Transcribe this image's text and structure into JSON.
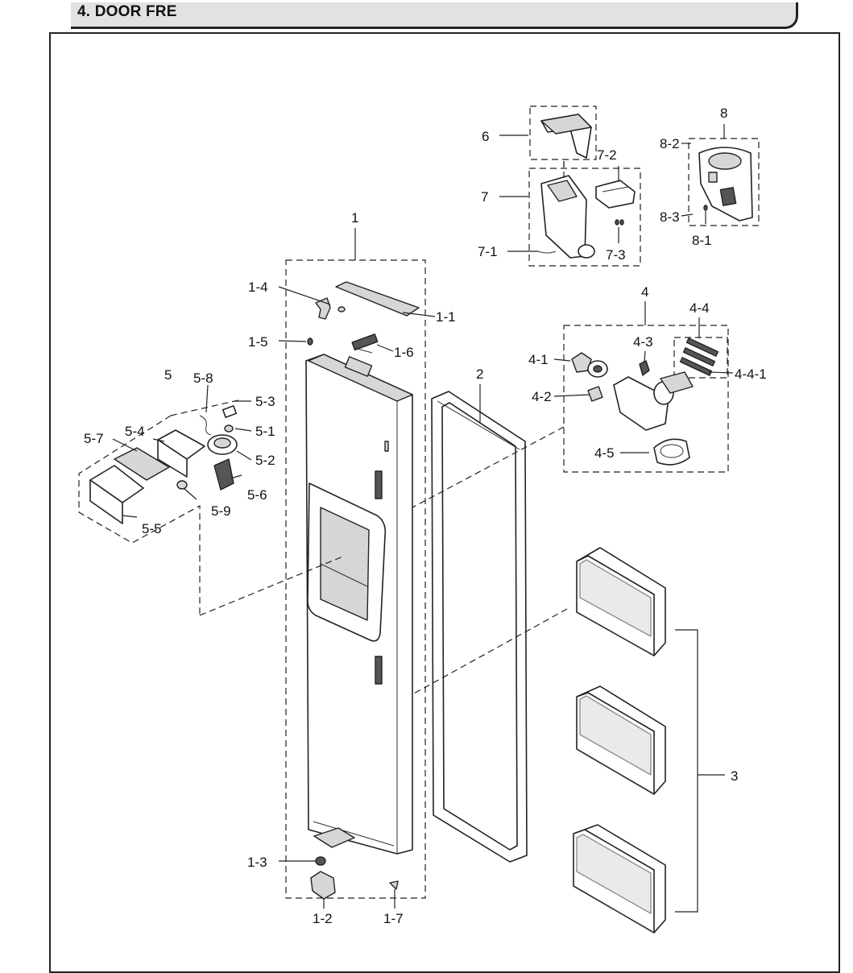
{
  "header": {
    "title": "4. DOOR FRE"
  },
  "callouts": {
    "c1": "1",
    "c1_1": "1-1",
    "c1_2": "1-2",
    "c1_3": "1-3",
    "c1_4": "1-4",
    "c1_5": "1-5",
    "c1_6": "1-6",
    "c1_7": "1-7",
    "c2": "2",
    "c3": "3",
    "c4": "4",
    "c4_1": "4-1",
    "c4_2": "4-2",
    "c4_3": "4-3",
    "c4_4": "4-4",
    "c4_4_1": "4-4-1",
    "c4_5": "4-5",
    "c5": "5",
    "c5_1": "5-1",
    "c5_2": "5-2",
    "c5_3": "5-3",
    "c5_4": "5-4",
    "c5_5": "5-5",
    "c5_6": "5-6",
    "c5_7": "5-7",
    "c5_8": "5-8",
    "c5_9": "5-9",
    "c6": "6",
    "c7": "7",
    "c7_1": "7-1",
    "c7_2": "7-2",
    "c7_3": "7-3",
    "c8": "8",
    "c8_1": "8-1",
    "c8_2": "8-2",
    "c8_3": "8-3"
  }
}
